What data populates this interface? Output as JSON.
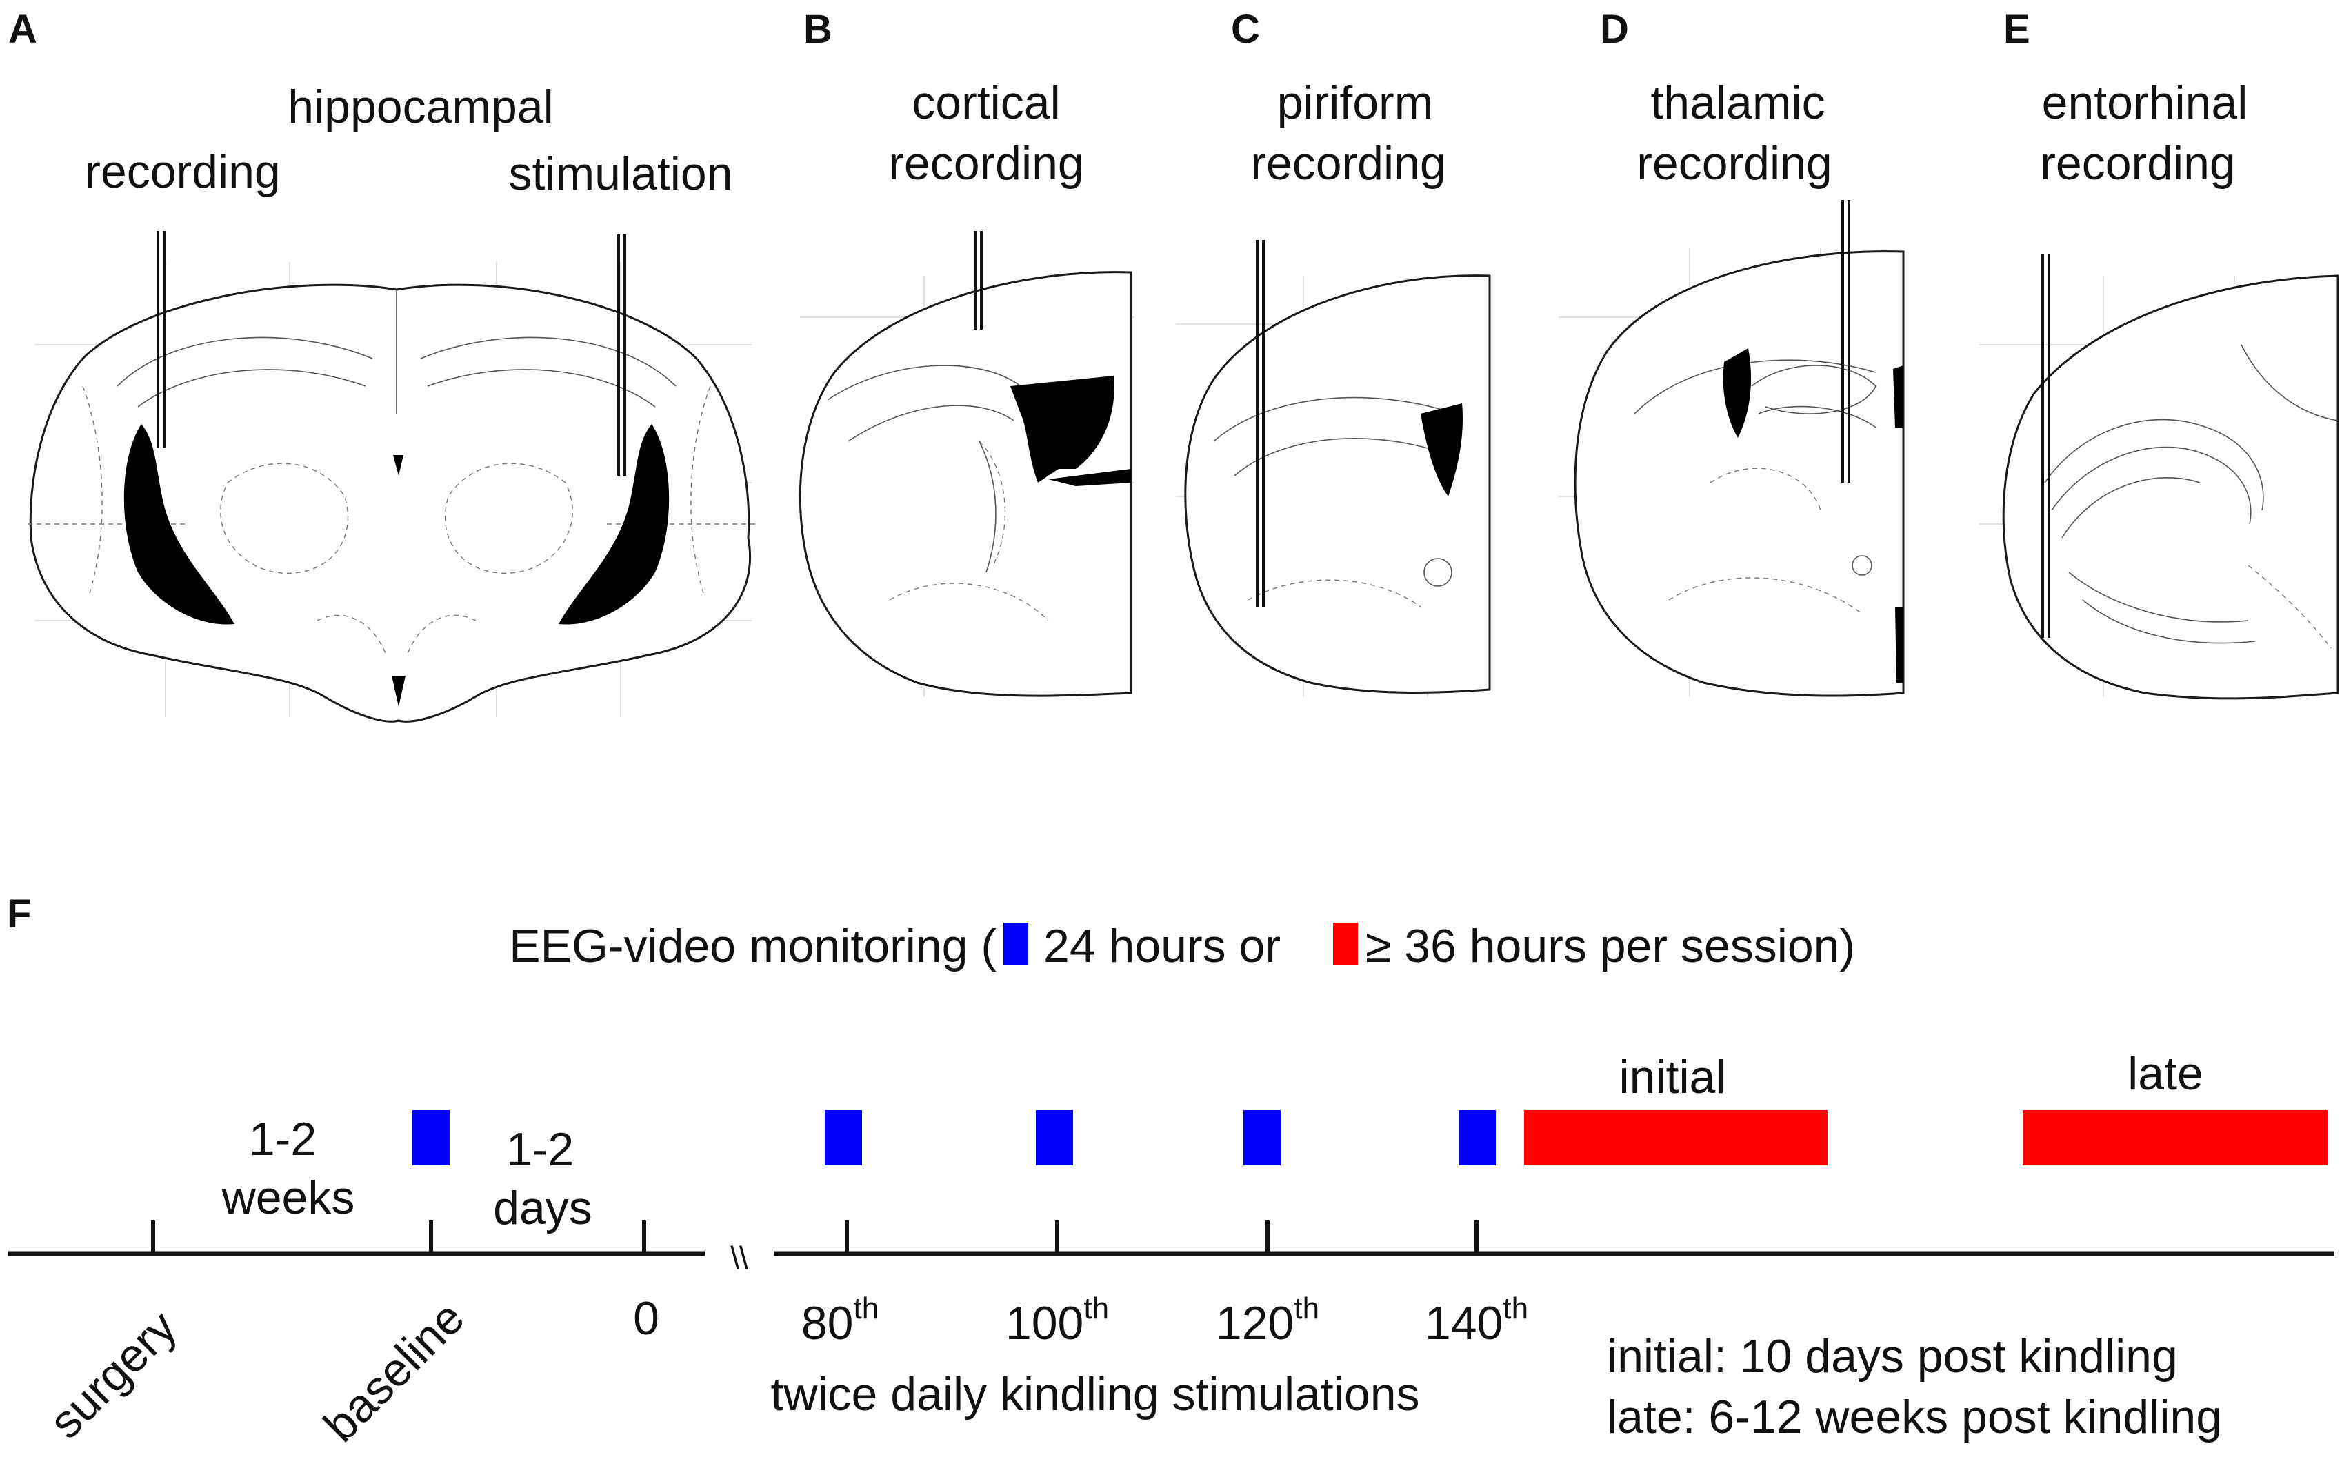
{
  "panels": [
    {
      "letter": "A",
      "lines": [
        "hippocampal"
      ],
      "sub_left": "recording",
      "sub_right": "stimulation"
    },
    {
      "letter": "B",
      "lines": [
        "cortical",
        "recording"
      ]
    },
    {
      "letter": "C",
      "lines": [
        "piriform",
        "recording"
      ]
    },
    {
      "letter": "D",
      "lines": [
        "thalamic",
        "recording"
      ]
    },
    {
      "letter": "E",
      "lines": [
        "entorhinal",
        "recording"
      ]
    }
  ],
  "timeline": {
    "letter": "F",
    "monitoring_prefix": "EEG-video monitoring (",
    "monitoring_blue": "24 hours or",
    "monitoring_red": "≥ 36 hours per session)",
    "colors": {
      "blue": "#0000ff",
      "red": "#ff0000"
    },
    "interval1": [
      "1-2",
      "weeks"
    ],
    "interval2": [
      "1-2",
      "days"
    ],
    "tick_labels": {
      "surgery": "surgery",
      "baseline": "baseline",
      "zero": "0"
    },
    "stim_ticks": [
      {
        "num": "80",
        "sup": "th"
      },
      {
        "num": "100",
        "sup": "th"
      },
      {
        "num": "120",
        "sup": "th"
      },
      {
        "num": "140",
        "sup": "th"
      }
    ],
    "stim_caption": "twice daily kindling stimulations",
    "break_symbol": "\\\\",
    "session_initial": "initial",
    "session_late": "late",
    "notes": [
      "initial: 10 days post kindling",
      "late: 6-12 weeks post kindling"
    ]
  }
}
